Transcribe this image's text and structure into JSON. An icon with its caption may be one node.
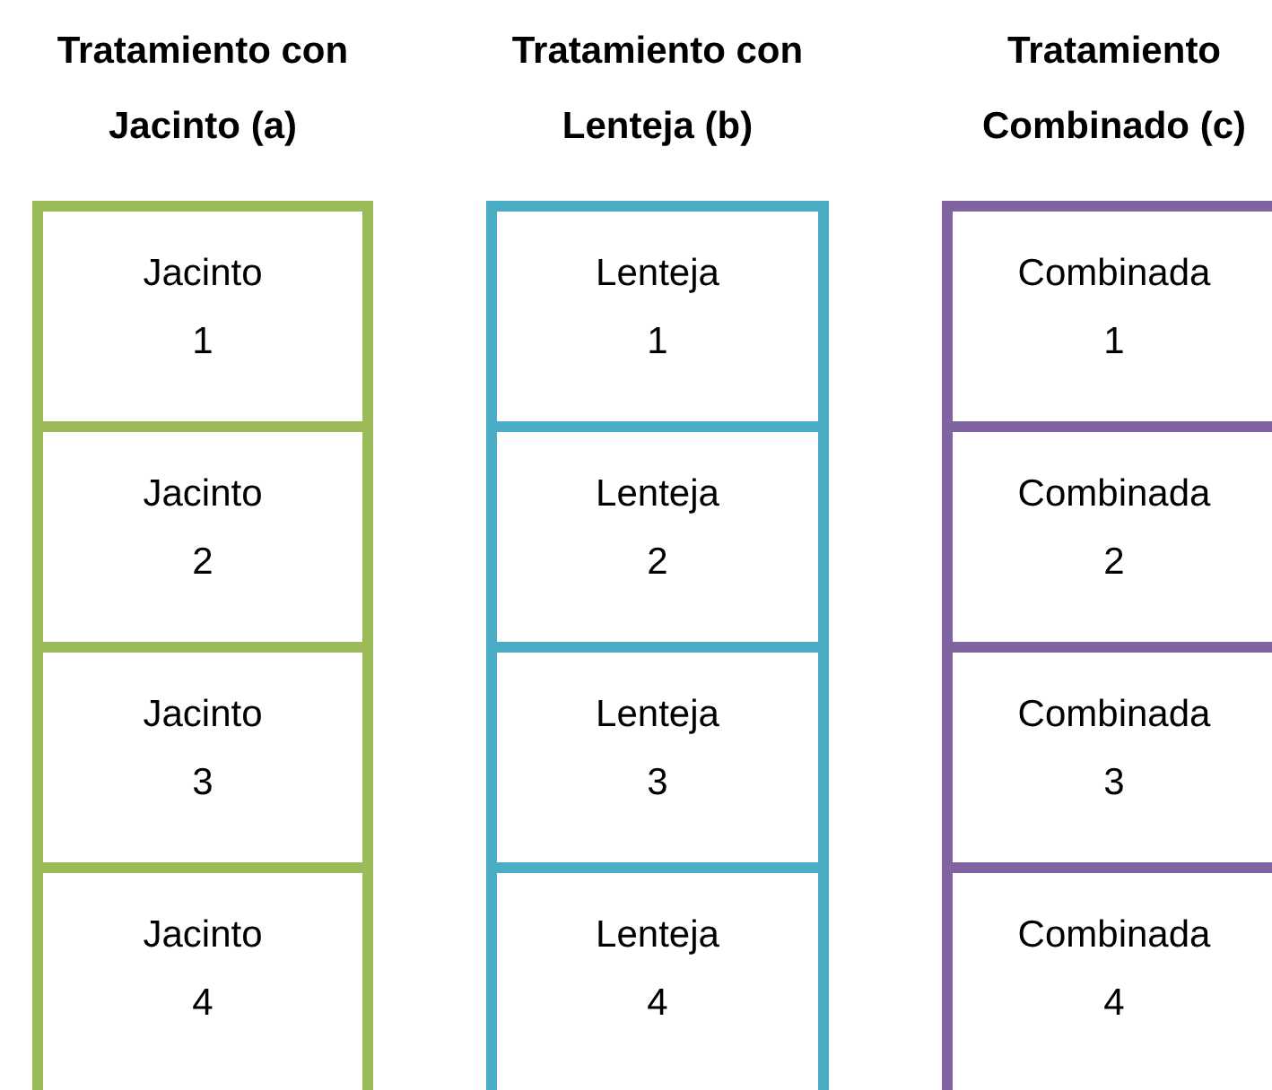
{
  "diagram": {
    "nodes": [
      {
        "text": [
          "Tratamiento con Jacinto (a)"
        ]
      },
      {
        "text": [
          "Jacinto 1"
        ],
        "in": 0
      },
      {
        "text": [
          "Jacinto 2"
        ],
        "in": 0
      },
      {
        "text": [
          "Jacinto 3"
        ],
        "in": 0
      },
      {
        "text": [
          "Jacinto 4"
        ],
        "in": 0
      },
      {
        "text": [
          "Tratamiento con Lenteja (b)"
        ]
      },
      {
        "text": [
          "Lenteja 1"
        ],
        "in": 5
      },
      {
        "text": [
          "Lenteja 2"
        ],
        "in": 5
      },
      {
        "text": [
          "Lenteja 3"
        ],
        "in": 5
      },
      {
        "text": [
          "Lenteja 4"
        ],
        "in": 5
      },
      {
        "text": [
          "Tratamiento Combinado (c)"
        ]
      },
      {
        "text": [
          "Combinada 1"
        ],
        "in": 10
      },
      {
        "text": [
          "Combinada 2"
        ],
        "in": 10
      },
      {
        "text": [
          "Combinada 3"
        ],
        "in": 10
      },
      {
        "text": [
          "Combinada 4"
        ],
        "in": 10
      }
    ]
  }
}
